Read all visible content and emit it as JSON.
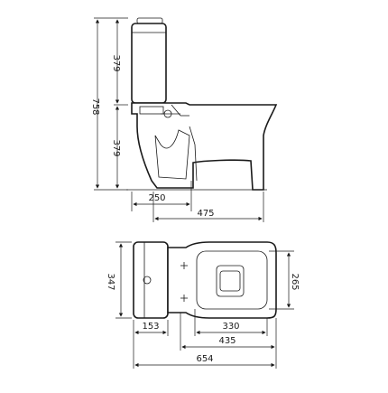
{
  "dimensions": {
    "side_view": {
      "total_height": "758",
      "tank_height": "379",
      "bowl_height": "379",
      "outlet_offset": "250",
      "projection": "475"
    },
    "top_view": {
      "bowl_width": "347",
      "seat_width": "265",
      "tank_depth": "153",
      "bowl_length_330": "330",
      "bowl_length_435": "435",
      "total_length": "654"
    }
  },
  "colors": {
    "line": "#1a1a1a",
    "background": "#ffffff"
  }
}
